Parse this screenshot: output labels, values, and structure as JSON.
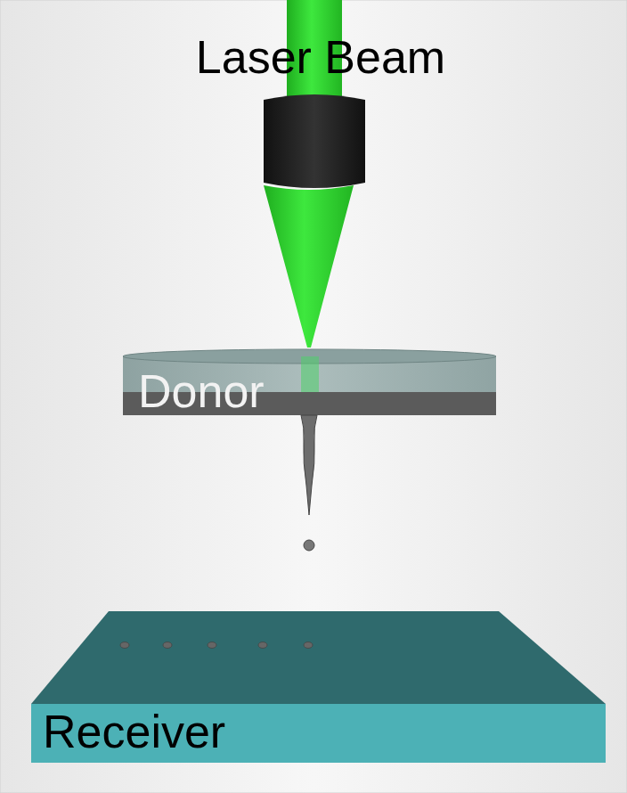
{
  "diagram": {
    "nodes": [
      {
        "text": [
          "Laser Beam"
        ]
      },
      {
        "text": [
          "Donor"
        ]
      },
      {
        "text": [
          "Receiver"
        ]
      }
    ]
  }
}
